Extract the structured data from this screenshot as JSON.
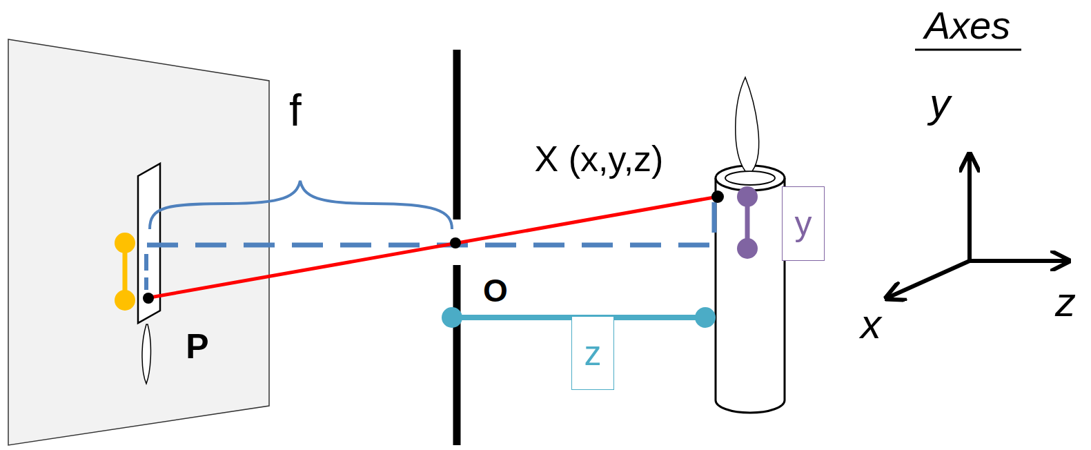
{
  "diagram": {
    "nodes": [
      {
        "text": [
          "y"
        ]
      },
      {
        "text": [
          "z"
        ]
      }
    ],
    "labels": [
      "f",
      "X (x,y,z)",
      "O",
      "P",
      "Axes",
      "y",
      "x",
      "z"
    ]
  }
}
